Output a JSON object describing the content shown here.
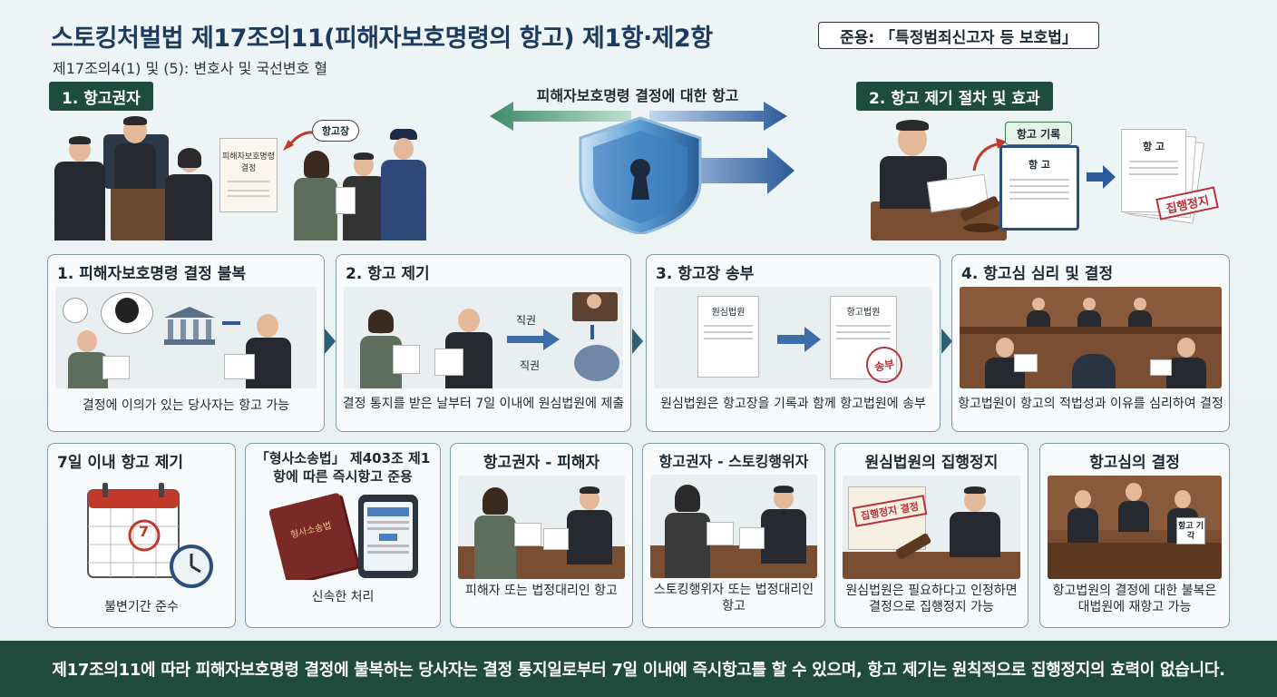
{
  "header": {
    "title": "스토킹처벌법 제17조의11(피해자보호명령의 항고) 제1항·제2항",
    "subtitle": "제17조의4(1) 및 (5): 변호사 및 국선변호 혈",
    "reference": "준용: 「특정범죄신고자 등 보호법」"
  },
  "top": {
    "left_tag": "1. 항고권자",
    "center_label": "피해자보호명령 결정에 대한 항고",
    "right_tag": "2. 항고 제기 절차 및 효과",
    "speech_bubble": "항고장",
    "left_doc_text": "피해자보호명령 결정",
    "appeal_record_label": "항고 기록",
    "appeal_doc_label": "항 고",
    "appeal_doc_label2": "항 고",
    "stamp_text": "집행정지"
  },
  "steps": [
    {
      "title": "1. 피해자보호명령 결정 불복",
      "desc": "결정에 이의가 있는 당사자는 항고 가능"
    },
    {
      "title": "2. 항고 제기",
      "desc": "결정 통지를 받은 날부터 7일 이내에 원심법원에 제출",
      "label_a": "직권",
      "label_b": "직권"
    },
    {
      "title": "3. 항고장 송부",
      "desc": "원심법원은 항고장을 기록과 함께 항고법원에 송부",
      "doc_a": "원심법원",
      "doc_b": "항고법원",
      "stamp": "송부"
    },
    {
      "title": "4. 항고심 심리 및 결정",
      "desc": "항고법원이 항고의 적법성과 이유를 심리하여 결정"
    }
  ],
  "details": [
    {
      "title": "7일 이내 항고 제기",
      "desc": "불변기간 준수",
      "calendar_mark": "7"
    },
    {
      "title": "「형사소송법」 제403조 제1항에 따른 즉시항고 준용",
      "desc": "신속한 처리",
      "book_text": "형사소송법"
    },
    {
      "title": "항고권자 - 피해자",
      "desc": "피해자 또는 법정대리인 항고"
    },
    {
      "title": "항고권자 - 스토킹행위자",
      "desc": "스토킹행위자 또는 법정대리인 항고"
    },
    {
      "title": "원심법원의 집행정지",
      "desc": "원심법원은 필요하다고 인정하면 결정으로 집행정지 가능",
      "stamp": "집행정지 결정"
    },
    {
      "title": "항고심의 결정",
      "desc": "항고법원의 결정에 대한 불복은 대법원에 재항고 가능",
      "sign": "항고 기각"
    }
  ],
  "footer": {
    "text": "제17조의11에 따라 피해자보호명령 결정에 불복하는 당사자는 결정 통지일로부터 7일 이내에 즉시항고를 할 수 있으며, 항고 제기는 원칙적으로 집행정지의 효력이 없습니다."
  },
  "colors": {
    "title": "#1e3a5f",
    "tag_bg": "#1f4d3d",
    "footer_bg": "#1f4a3c",
    "arrow_green": "#3d8a6a",
    "arrow_blue": "#2d5b9a",
    "shield": "#4a8fc9",
    "stamp": "#b8323a"
  }
}
